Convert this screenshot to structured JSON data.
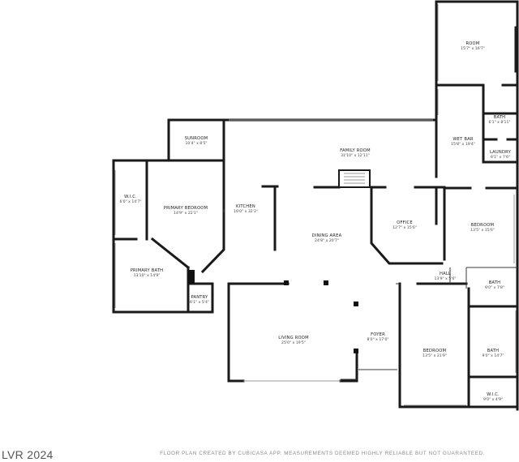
{
  "watermark": "LVR 2024",
  "disclaimer": "FLOOR PLAN CREATED BY CUBICASA APP. MEASUREMENTS DEEMED HIGHLY RELIABLE BUT NOT GUARANTEED.",
  "rooms": [
    {
      "key": "room",
      "name": "ROOM",
      "dim": "15'7\" x 16'7\""
    },
    {
      "key": "bath_top",
      "name": "BATH",
      "dim": "6'1\" x 8'11\""
    },
    {
      "key": "wet_bar",
      "name": "WET BAR",
      "dim": "15'8\" x 19'4\""
    },
    {
      "key": "laundry",
      "name": "LAUNDRY",
      "dim": "6'1\" x 7'6\""
    },
    {
      "key": "sunroom",
      "name": "SUNROOM",
      "dim": "10'4\" x 8'5\""
    },
    {
      "key": "family_room",
      "name": "FAMILY ROOM",
      "dim": "31'10\" x 12'11\""
    },
    {
      "key": "wic_left",
      "name": "W.I.C.",
      "dim": "6'0\" x 14'7\""
    },
    {
      "key": "primary_bedroom",
      "name": "PRIMARY BEDROOM",
      "dim": "14'9\" x 22'1\""
    },
    {
      "key": "kitchen",
      "name": "KITCHEN",
      "dim": "16'0\" x 32'3\""
    },
    {
      "key": "office",
      "name": "OFFICE",
      "dim": "12'7\" x 15'6\""
    },
    {
      "key": "bedroom_right",
      "name": "BEDROOM",
      "dim": "13'5\" x 15'6\""
    },
    {
      "key": "dining_area",
      "name": "DINING AREA",
      "dim": "24'8\" x 20'7\""
    },
    {
      "key": "primary_bath",
      "name": "PRIMARY BATH",
      "dim": "13'10\" x 14'9\""
    },
    {
      "key": "hall",
      "name": "HALL",
      "dim": "13'9\" x 5'6\""
    },
    {
      "key": "bath_mid",
      "name": "BATH",
      "dim": "9'0\" x 7'8\""
    },
    {
      "key": "pantry",
      "name": "PANTRY",
      "dim": "6'1\" x 5'4\""
    },
    {
      "key": "living_room",
      "name": "LIVING ROOM",
      "dim": "25'0\" x 19'5\""
    },
    {
      "key": "foyer",
      "name": "FOYER",
      "dim": "8'0\" x 17'0\""
    },
    {
      "key": "bedroom_bottom",
      "name": "BEDROOM",
      "dim": "13'5\" x 21'9\""
    },
    {
      "key": "bath_bottom",
      "name": "BATH",
      "dim": "9'0\" x 14'7\""
    },
    {
      "key": "wic_right",
      "name": "W.I.C.",
      "dim": "9'0\" x 4'9\""
    }
  ]
}
